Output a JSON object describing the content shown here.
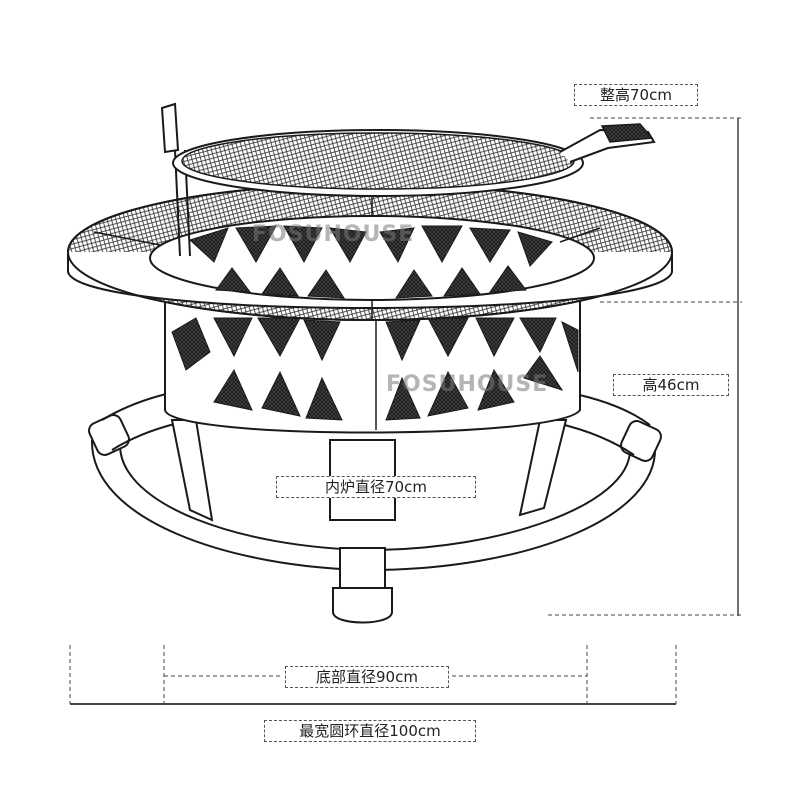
{
  "dimensions": {
    "total_height": "整高70cm",
    "height": "高46cm",
    "inner_diameter": "内炉直径70cm",
    "base_diameter": "底部直径90cm",
    "ring_diameter": "最宽圆环直径100cm"
  },
  "watermarks": [
    "FOSUHOUSE",
    "FOSUHOUSE"
  ],
  "colors": {
    "line": "#1a1a1a",
    "mesh": "#333333",
    "dim_line": "#444444"
  }
}
